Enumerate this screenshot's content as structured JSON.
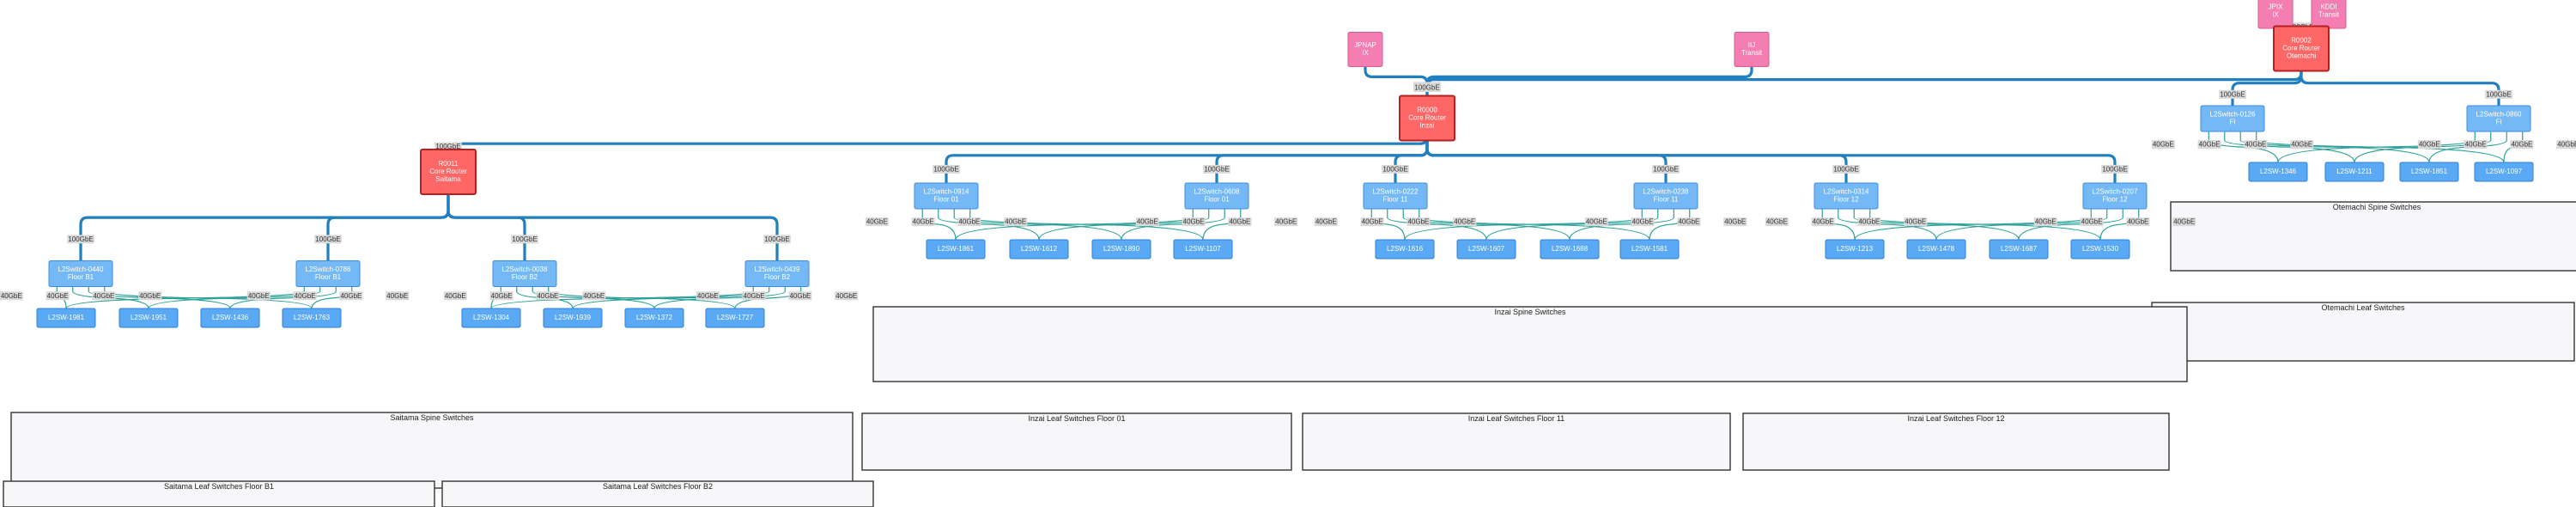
{
  "colors": {
    "external": "#f47eb1",
    "external_border": "#d35c93",
    "core": "#ff6666",
    "core_border": "#b22222",
    "spine": "#74b9f5",
    "spine_border": "#3d8ee0",
    "leaf": "#5aa9f5",
    "leaf_border": "#2f80d9",
    "core_link": "#1f7fbf",
    "leaf_link": "#2aa198",
    "group_fill": "#f7f7fa",
    "group_border": "#333333",
    "label_bg": "#d9d9d9"
  },
  "nodes": {
    "jpix": [
      "JPIX",
      "IX"
    ],
    "kddi": [
      "KDDI",
      "Transit"
    ],
    "jpnap": [
      "JPNAP",
      "IX"
    ],
    "iij": [
      "IIJ",
      "Transit"
    ],
    "r0002": [
      "R0002",
      "Core Router",
      "Otemachi"
    ],
    "r0000": [
      "R0000",
      "Core Router",
      "Inzai"
    ],
    "r0011": [
      "R0011",
      "Core Router",
      "Saitama"
    ],
    "oi_s1": [
      "L2Switch-0126",
      "Fl"
    ],
    "oi_s2": [
      "L2Switch-0860",
      "Fl"
    ],
    "oi_l1": [
      "L2SW-1346"
    ],
    "oi_l2": [
      "L2SW-1211"
    ],
    "oi_l3": [
      "L2SW-1851"
    ],
    "oi_l4": [
      "L2SW-1097"
    ],
    "in_s1": [
      "L2Switch-0914",
      "Floor 01"
    ],
    "in_s2": [
      "L2Switch-0608",
      "Floor 01"
    ],
    "in_s3": [
      "L2Switch-0222",
      "Floor 11"
    ],
    "in_s4": [
      "L2Switch-0238",
      "Floor 11"
    ],
    "in_s5": [
      "L2Switch-0314",
      "Floor 12"
    ],
    "in_s6": [
      "L2Switch-0207",
      "Floor 12"
    ],
    "in_l1": [
      "L2SW-1861"
    ],
    "in_l2": [
      "L2SW-1612"
    ],
    "in_l3": [
      "L2SW-1890"
    ],
    "in_l4": [
      "L2SW-1107"
    ],
    "in_l5": [
      "L2SW-1616"
    ],
    "in_l6": [
      "L2SW-1607"
    ],
    "in_l7": [
      "L2SW-1688"
    ],
    "in_l8": [
      "L2SW-1581"
    ],
    "in_l9": [
      "L2SW-1213"
    ],
    "in_l10": [
      "L2SW-1478"
    ],
    "in_l11": [
      "L2SW-1687"
    ],
    "in_l12": [
      "L2SW-1530"
    ],
    "sa_s1": [
      "L2Switch-0440",
      "Floor B1"
    ],
    "sa_s2": [
      "L2Switch-0786",
      "Floor B1"
    ],
    "sa_s3": [
      "L2Switch-0038",
      "Floor B2"
    ],
    "sa_s4": [
      "L2Switch-0439",
      "Floor B2"
    ],
    "sa_l1": [
      "L2SW-1981"
    ],
    "sa_l2": [
      "L2SW-1951"
    ],
    "sa_l3": [
      "L2SW-1436"
    ],
    "sa_l4": [
      "L2SW-1763"
    ],
    "sa_l5": [
      "L2SW-1304"
    ],
    "sa_l6": [
      "L2SW-1939"
    ],
    "sa_l7": [
      "L2SW-1372"
    ],
    "sa_l8": [
      "L2SW-1727"
    ]
  },
  "groups": {
    "otemachi_spine": "Otemachi Spine Switches",
    "otemachi_leaf": "Otemachi Leaf Switches",
    "inzai_spine": "Inzai Spine Switches",
    "inzai_leaf_01": "Inzai Leaf Switches Floor 01",
    "inzai_leaf_11": "Inzai Leaf Switches Floor 11",
    "inzai_leaf_12": "Inzai Leaf Switches Floor 12",
    "saitama_spine": "Saitama Spine Switches",
    "saitama_leaf_b1": "Saitama Leaf Switches Floor B1",
    "saitama_leaf_b2": "Saitama Leaf Switches Floor B2"
  },
  "link_labels": {
    "core": "100GbE",
    "leaf": "40GbE"
  }
}
